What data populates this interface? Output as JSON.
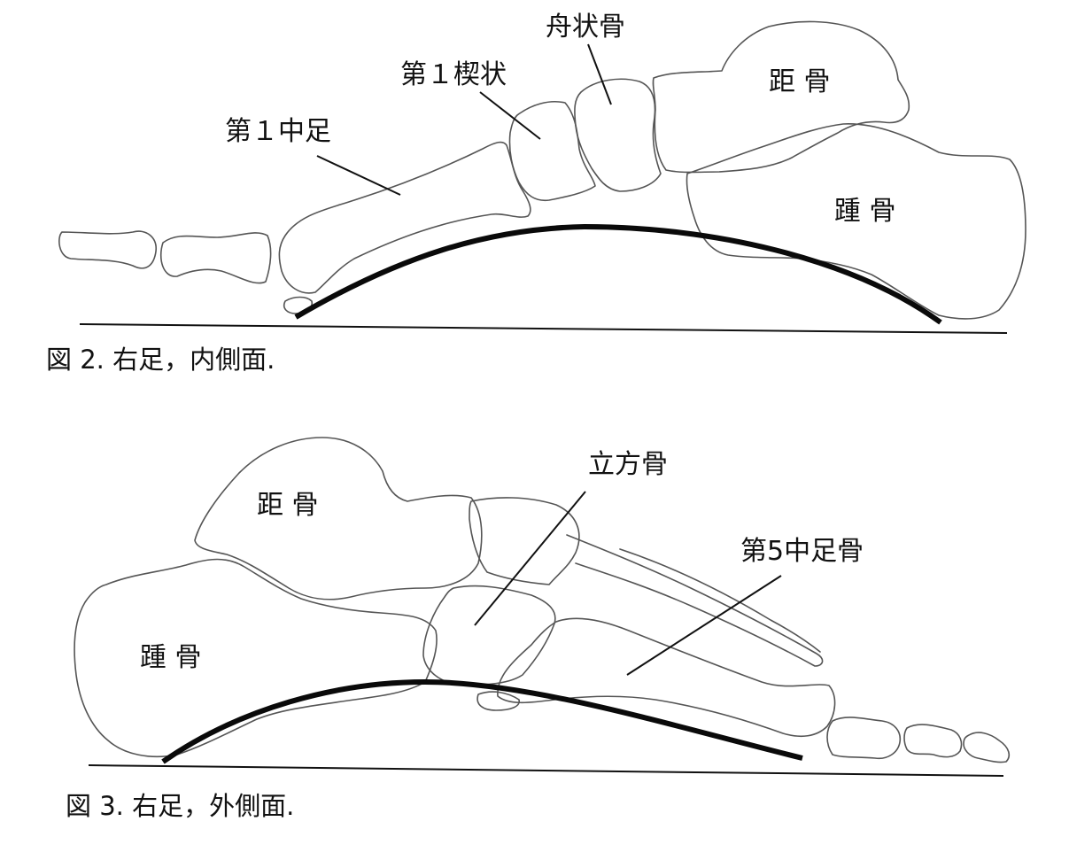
{
  "figure2": {
    "caption": "図 2.  右足，内側面.",
    "labels": {
      "navicular": "舟状骨",
      "cuneiform1": "第１楔状",
      "metatarsal1": "第１中足",
      "talus": "距 骨",
      "calcaneus": "踵 骨"
    }
  },
  "figure3": {
    "caption": "図 3.  右足，外側面.",
    "labels": {
      "talus": "距 骨",
      "cuboid": "立方骨",
      "metatarsal5": "第5中足骨",
      "calcaneus": "踵 骨"
    }
  },
  "colors": {
    "bone_outline": "#555555",
    "arch_line": "#0a0a0a",
    "text": "#111111",
    "background": "#ffffff"
  }
}
